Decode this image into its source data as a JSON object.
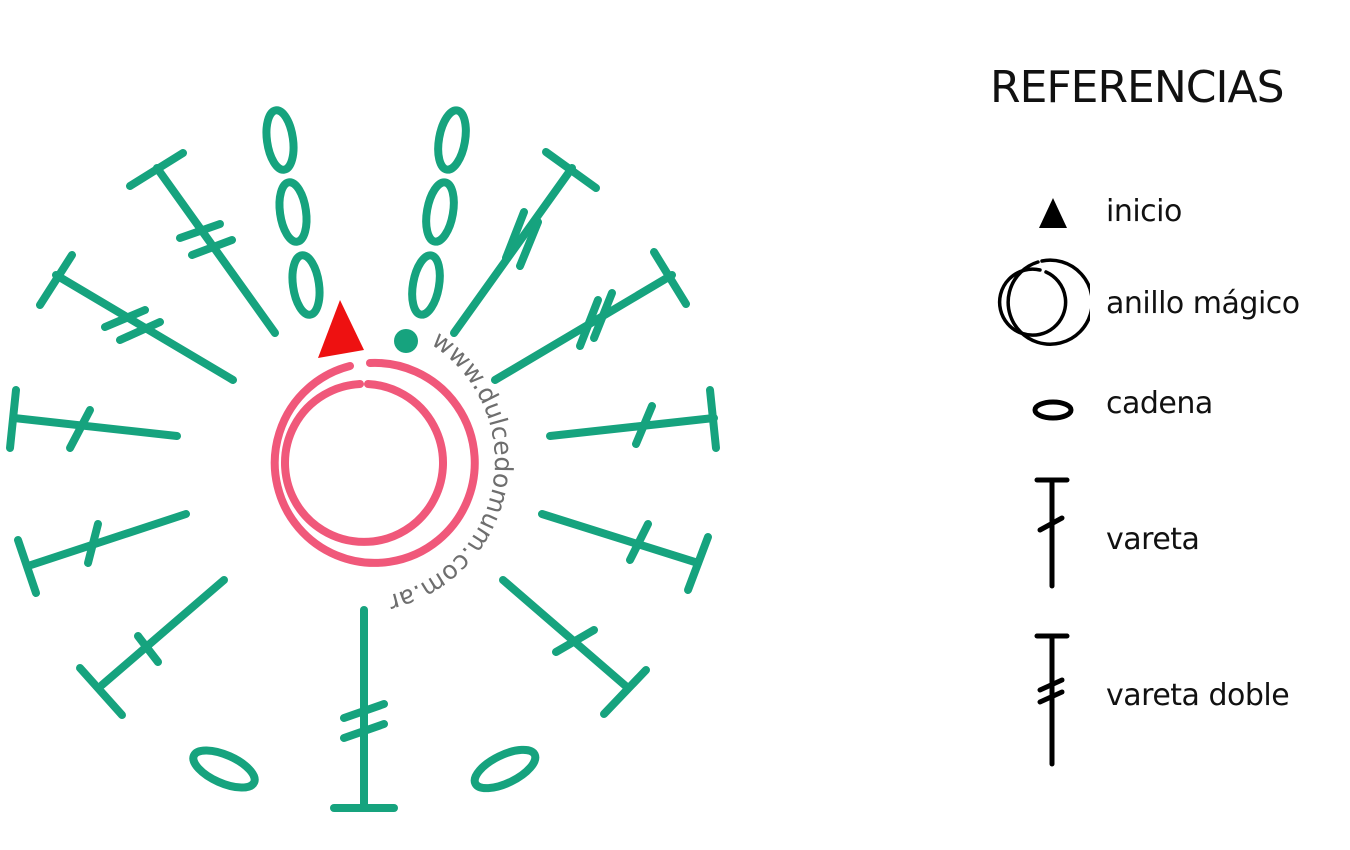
{
  "watermark": "www.dulcedomum.com.ar",
  "colors": {
    "stitch": "#16a37e",
    "ring": "#f0587a",
    "start": "#ee1111",
    "legend": "#000000"
  },
  "legend": {
    "title": "REFERENCIAS",
    "items": [
      {
        "icon": "start-triangle-icon",
        "label": "inicio"
      },
      {
        "icon": "magic-ring-icon",
        "label": "anillo mágico"
      },
      {
        "icon": "chain-stitch-icon",
        "label": "cadena"
      },
      {
        "icon": "double-crochet-icon",
        "label": "vareta"
      },
      {
        "icon": "treble-crochet-icon",
        "label": "vareta doble"
      }
    ]
  }
}
